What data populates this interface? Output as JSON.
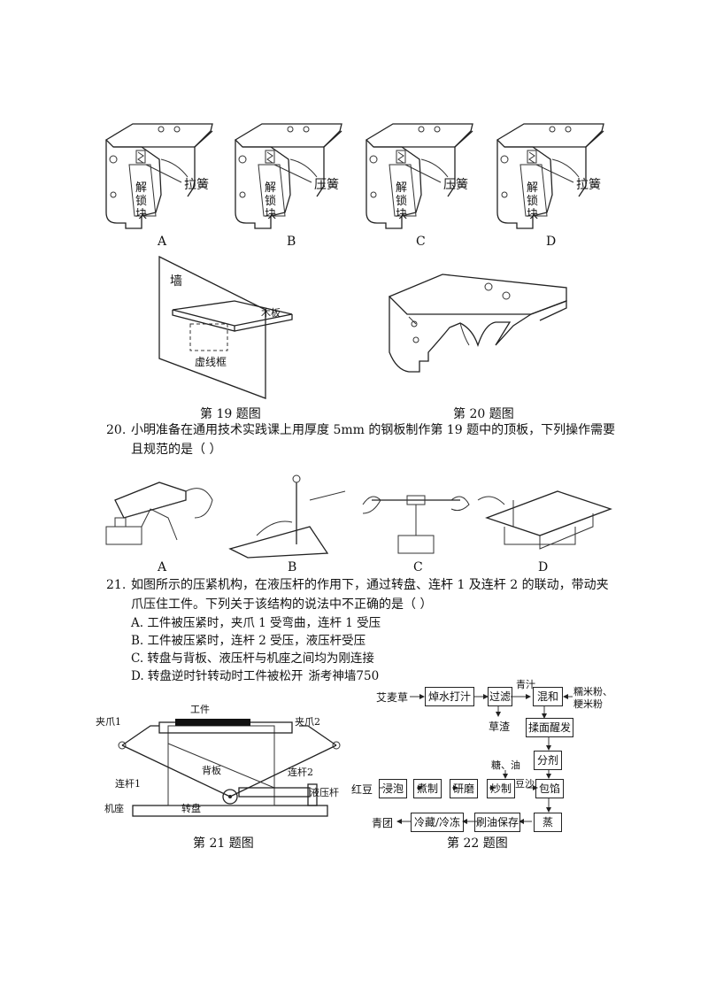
{
  "fig19_options": [
    {
      "letter": "A",
      "spring": "拉簧"
    },
    {
      "letter": "B",
      "spring": "压簧"
    },
    {
      "letter": "C",
      "spring": "压簧"
    },
    {
      "letter": "D",
      "spring": "拉簧"
    }
  ],
  "unlock_block_chars": [
    "解",
    "锁",
    "块"
  ],
  "fig19_wall_labels": {
    "wall": "墙",
    "board": "木板",
    "dashed": "虚线框"
  },
  "captions": {
    "fig19": "第 19 题图",
    "fig20": "第 20 题图",
    "fig21": "第 21 题图",
    "fig22": "第 22 题图"
  },
  "q20": {
    "number": "20.",
    "text_line1": "小明准备在通用技术实践课上用厚度 5mm 的钢板制作第 19 题中的顶板，下列操作需要",
    "text_line2": "且规范的是（    ）",
    "options": [
      "A",
      "B",
      "C",
      "D"
    ]
  },
  "q21": {
    "number": "21.",
    "text_line1": "如图所示的压紧机构，在液压杆的作用下，通过转盘、连杆 1 及连杆 2 的联动，带动夹",
    "text_line2": "爪压住工件。下列关于该结构的说法中不正确的是（    ）",
    "options": [
      "A. 工件被压紧时，夹爪 1 受弯曲，连杆 1 受压",
      "B. 工件被压紧时，连杆 2 受压，液压杆受压",
      "C. 转盘与背板、液压杆与机座之间均为刚连接",
      "D. 转盘逆时针转动时工件被松开"
    ],
    "watermark": "浙考神墙750"
  },
  "fig21_labels": {
    "workpiece": "工件",
    "claw1": "夹爪1",
    "claw2": "夹爪2",
    "backplate": "背板",
    "link2": "连杆2",
    "link1": "连杆1",
    "hydraulic": "液压杆",
    "base": "机座",
    "turntable": "转盘"
  },
  "fig22_flow": {
    "top_input": "艾麦草",
    "blanch": "焯水打汁",
    "filter": "过滤",
    "juice": "青汁",
    "residue": "草渣",
    "mix": "混和",
    "flour": "糯米粉、",
    "flour2": "粳米粉",
    "knead": "揉面醒发",
    "divide": "分剂",
    "red_bean": "红豆",
    "soak": "浸泡",
    "boil": "煮制",
    "grind": "研磨",
    "sugar_oil": "糖、油",
    "stir_fry": "炒制",
    "bean_paste": "豆沙",
    "stuff": "包馅",
    "steam": "蒸",
    "brush_oil": "刷油保存",
    "refrigerate": "冷藏/冷冻",
    "output": "青团"
  }
}
